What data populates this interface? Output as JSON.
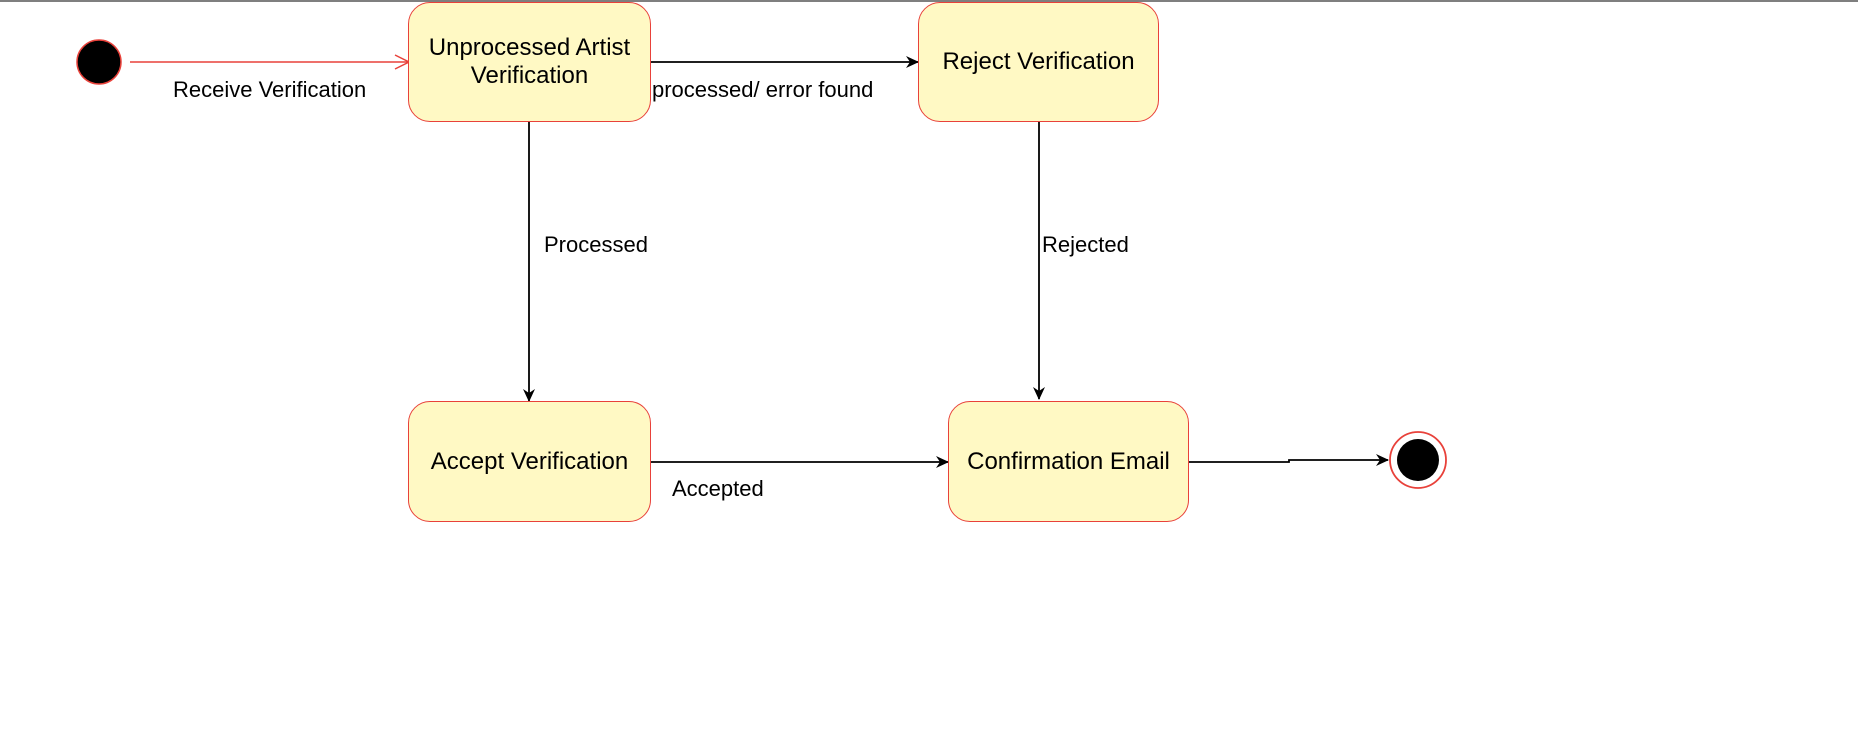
{
  "diagram": {
    "type": "uml-state-diagram",
    "colors": {
      "state_fill": "#fff9c4",
      "state_border": "#e8413a",
      "initial_node": "#000000",
      "initial_arrow": "#e8413a",
      "transition": "#000000"
    },
    "states": {
      "unprocessed": {
        "label": "Unprocessed Artist Verification"
      },
      "reject": {
        "label": "Reject Verification"
      },
      "accept": {
        "label": "Accept Verification"
      },
      "confirmation": {
        "label": "Confirmation Email"
      }
    },
    "transitions": {
      "receive": {
        "label": "Receive Verification"
      },
      "error_found": {
        "label": "processed/ error found"
      },
      "processed": {
        "label": "Processed"
      },
      "rejected": {
        "label": "Rejected"
      },
      "accepted": {
        "label": "Accepted"
      },
      "to_final": {
        "label": ""
      }
    }
  }
}
